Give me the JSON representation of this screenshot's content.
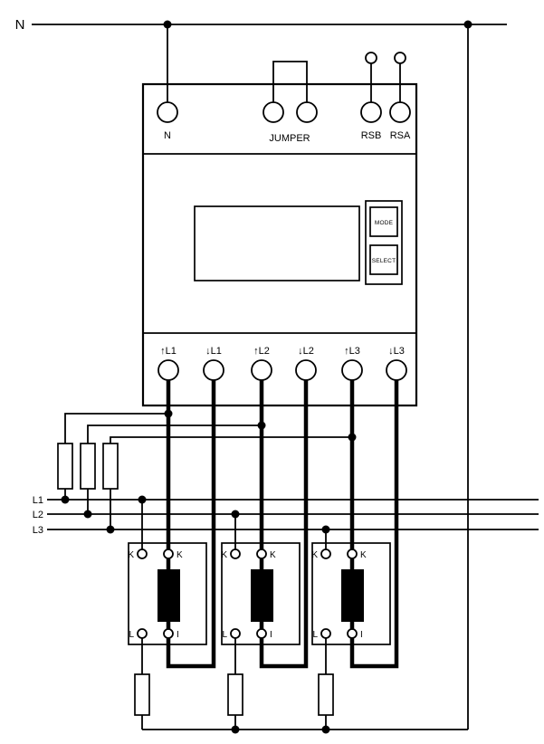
{
  "labels": {
    "neutral_line": "N",
    "meter": {
      "neutral_terminal": "N",
      "jumper": "JUMPER",
      "rsb": "RSB",
      "rsa": "RSA",
      "mode_button": "MODE",
      "select_button": "SELECT",
      "current_terminals": [
        "↑L1",
        "↓L1",
        "↑L2",
        "↓L2",
        "↑L3",
        "↓L3"
      ]
    },
    "phase_lines": [
      "L1",
      "L2",
      "L3"
    ],
    "current_transformer": {
      "k_top_left": "K",
      "k_top_right": "K",
      "l_bottom_left": "L",
      "i_bottom_right": "I"
    }
  },
  "colors": {
    "ink": "#000000",
    "background": "#ffffff"
  }
}
